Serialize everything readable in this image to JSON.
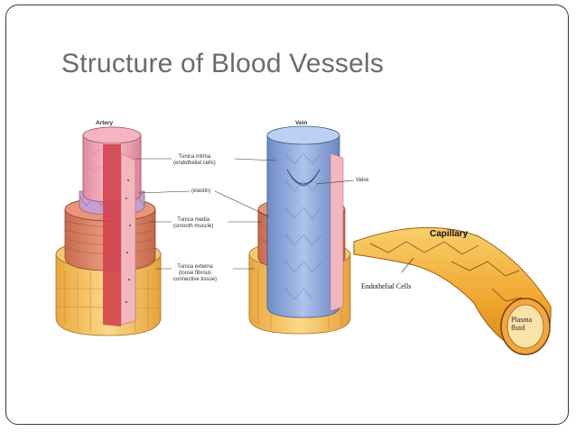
{
  "slide": {
    "title": "Structure of Blood Vessels"
  },
  "diagram": {
    "artery_label": "Artery",
    "vein_label": "Vein",
    "capillary_label": "Capillary",
    "tunica_intima": [
      "Tunica intima",
      "(endothelial cells)"
    ],
    "elastin": "(elastin)",
    "tunica_media": [
      "Tunica media",
      "(smooth muscle)"
    ],
    "tunica_externa": [
      "Tunica externa",
      "(loose fibrous",
      "connective tissue)"
    ],
    "valve": "Valve",
    "endothelial_cells": "Endothelial Cells",
    "plasma_fluid": [
      "Plasma",
      "fluid"
    ]
  },
  "colors": {
    "title": "#6b6b6b",
    "border": "#3a3a3a",
    "externa": "#f0c060",
    "media": "#d9876a",
    "intima_artery": "#e39aa8",
    "vein_blue": "#7f9bd1",
    "capillary": "#f2b23c"
  }
}
